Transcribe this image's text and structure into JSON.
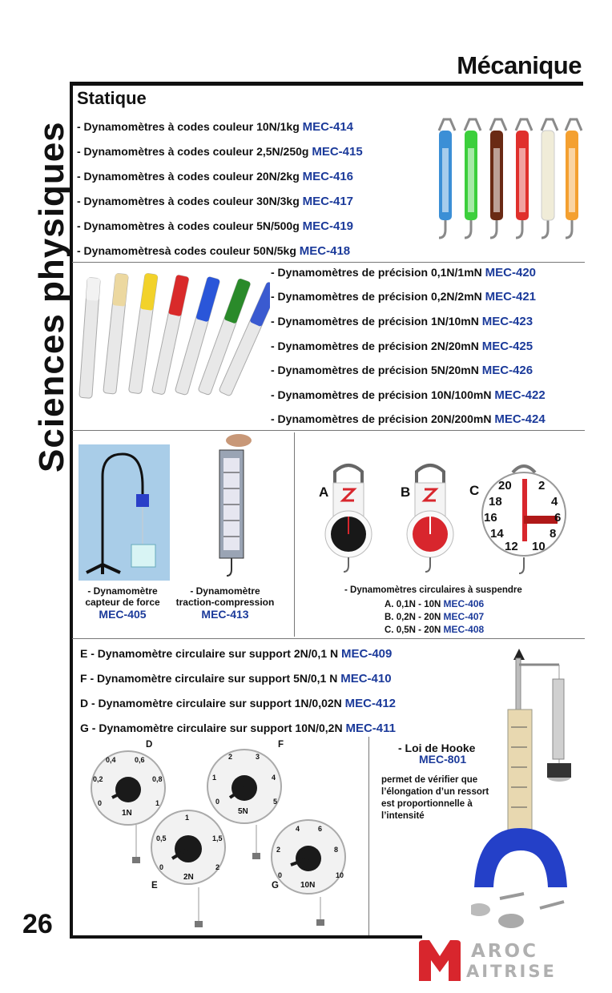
{
  "page": {
    "title": "Mécanique",
    "vertical_title": "Sciences physiques",
    "page_number": "26"
  },
  "statique": {
    "heading": "Statique",
    "items": [
      {
        "label": "- Dynamomètres à codes couleur 10N/1kg",
        "code": "MEC-414"
      },
      {
        "label": "- Dynamomètres à codes couleur 2,5N/250g",
        "code": "MEC-415"
      },
      {
        "label": "- Dynamomètres à codes couleur 20N/2kg",
        "code": "MEC-416"
      },
      {
        "label": "- Dynamomètres à codes couleur 30N/3kg",
        "code": "MEC-417"
      },
      {
        "label": "- Dynamomètres à codes couleur 5N/500g",
        "code": "MEC-419"
      },
      {
        "label": "- Dynamomètresà codes couleur 50N/5kg",
        "code": "MEC-418"
      }
    ]
  },
  "precision": {
    "items": [
      {
        "label": "- Dynamomètres de précision 0,1N/1mN",
        "code": "MEC-420"
      },
      {
        "label": "- Dynamomètres de précision 0,2N/2mN",
        "code": "MEC-421"
      },
      {
        "label": "- Dynamomètres de précision 1N/10mN",
        "code": "MEC-423"
      },
      {
        "label": "- Dynamomètres de précision 2N/20mN",
        "code": "MEC-425"
      },
      {
        "label": "- Dynamomètres de précision 5N/20mN",
        "code": "MEC-426"
      },
      {
        "label": "- Dynamomètres de précision 10N/100mN",
        "code": "MEC-422"
      },
      {
        "label": "- Dynamomètres de précision 20N/200mN",
        "code": "MEC-424"
      }
    ]
  },
  "middle": {
    "capteur": {
      "line1": "- Dynamomètre",
      "line2": "capteur de force",
      "code": "MEC-405"
    },
    "traction": {
      "line1": "- Dynamomètre",
      "line2": "traction-compression",
      "code": "MEC-413"
    },
    "circulaires": {
      "title": "- Dynamomètres circulaires à suspendre",
      "rows": [
        {
          "label": "A.  0,1N - 10N",
          "code": "MEC-406"
        },
        {
          "label": "B.  0,2N - 20N",
          "code": "MEC-407"
        },
        {
          "label": "C.  0,5N - 20N",
          "code": "MEC-408"
        }
      ],
      "letters": [
        "A",
        "B",
        "C"
      ],
      "dialC_numbers": [
        "20",
        "2",
        "18",
        "4",
        "16",
        "6",
        "14",
        "8",
        "12",
        "10"
      ]
    }
  },
  "support": {
    "items": [
      {
        "label": "E - Dynamomètre circulaire sur support  2N/0,1 N",
        "code": "MEC-409"
      },
      {
        "label": "F - Dynamomètre circulaire sur support  5N/0,1 N",
        "code": "MEC-410"
      },
      {
        "label": "D - Dynamomètre circulaire sur support 1N/0,02N",
        "code": "MEC-412"
      },
      {
        "label": "G - Dynamomètre circulaire sur support 10N/0,2N",
        "code": "MEC-411"
      }
    ],
    "dials": [
      {
        "letter": "D",
        "unit": "1N",
        "ticks": [
          "0",
          "0,2",
          "0,4",
          "0,6",
          "0,8",
          "1"
        ]
      },
      {
        "letter": "F",
        "unit": "5N",
        "ticks": [
          "0",
          "1",
          "2",
          "3",
          "4",
          "5"
        ]
      },
      {
        "letter": "E",
        "unit": "2N",
        "ticks": [
          "0",
          "0,5",
          "1",
          "1,5",
          "2"
        ]
      },
      {
        "letter": "G",
        "unit": "10N",
        "ticks": [
          "0",
          "2",
          "4",
          "6",
          "8",
          "10"
        ]
      }
    ]
  },
  "hooke": {
    "title": "- Loi de Hooke",
    "code": "MEC-801",
    "desc": [
      "permet de vérifier que",
      "l’élongation d’un ressort",
      "est proportionnelle à",
      "l’intensité"
    ]
  },
  "logo": {
    "line1": "AROC",
    "line2": "AITRISE",
    "letter": "M"
  },
  "colors": {
    "code_blue": "#1b3a9a",
    "logo_red": "#d8262d"
  }
}
